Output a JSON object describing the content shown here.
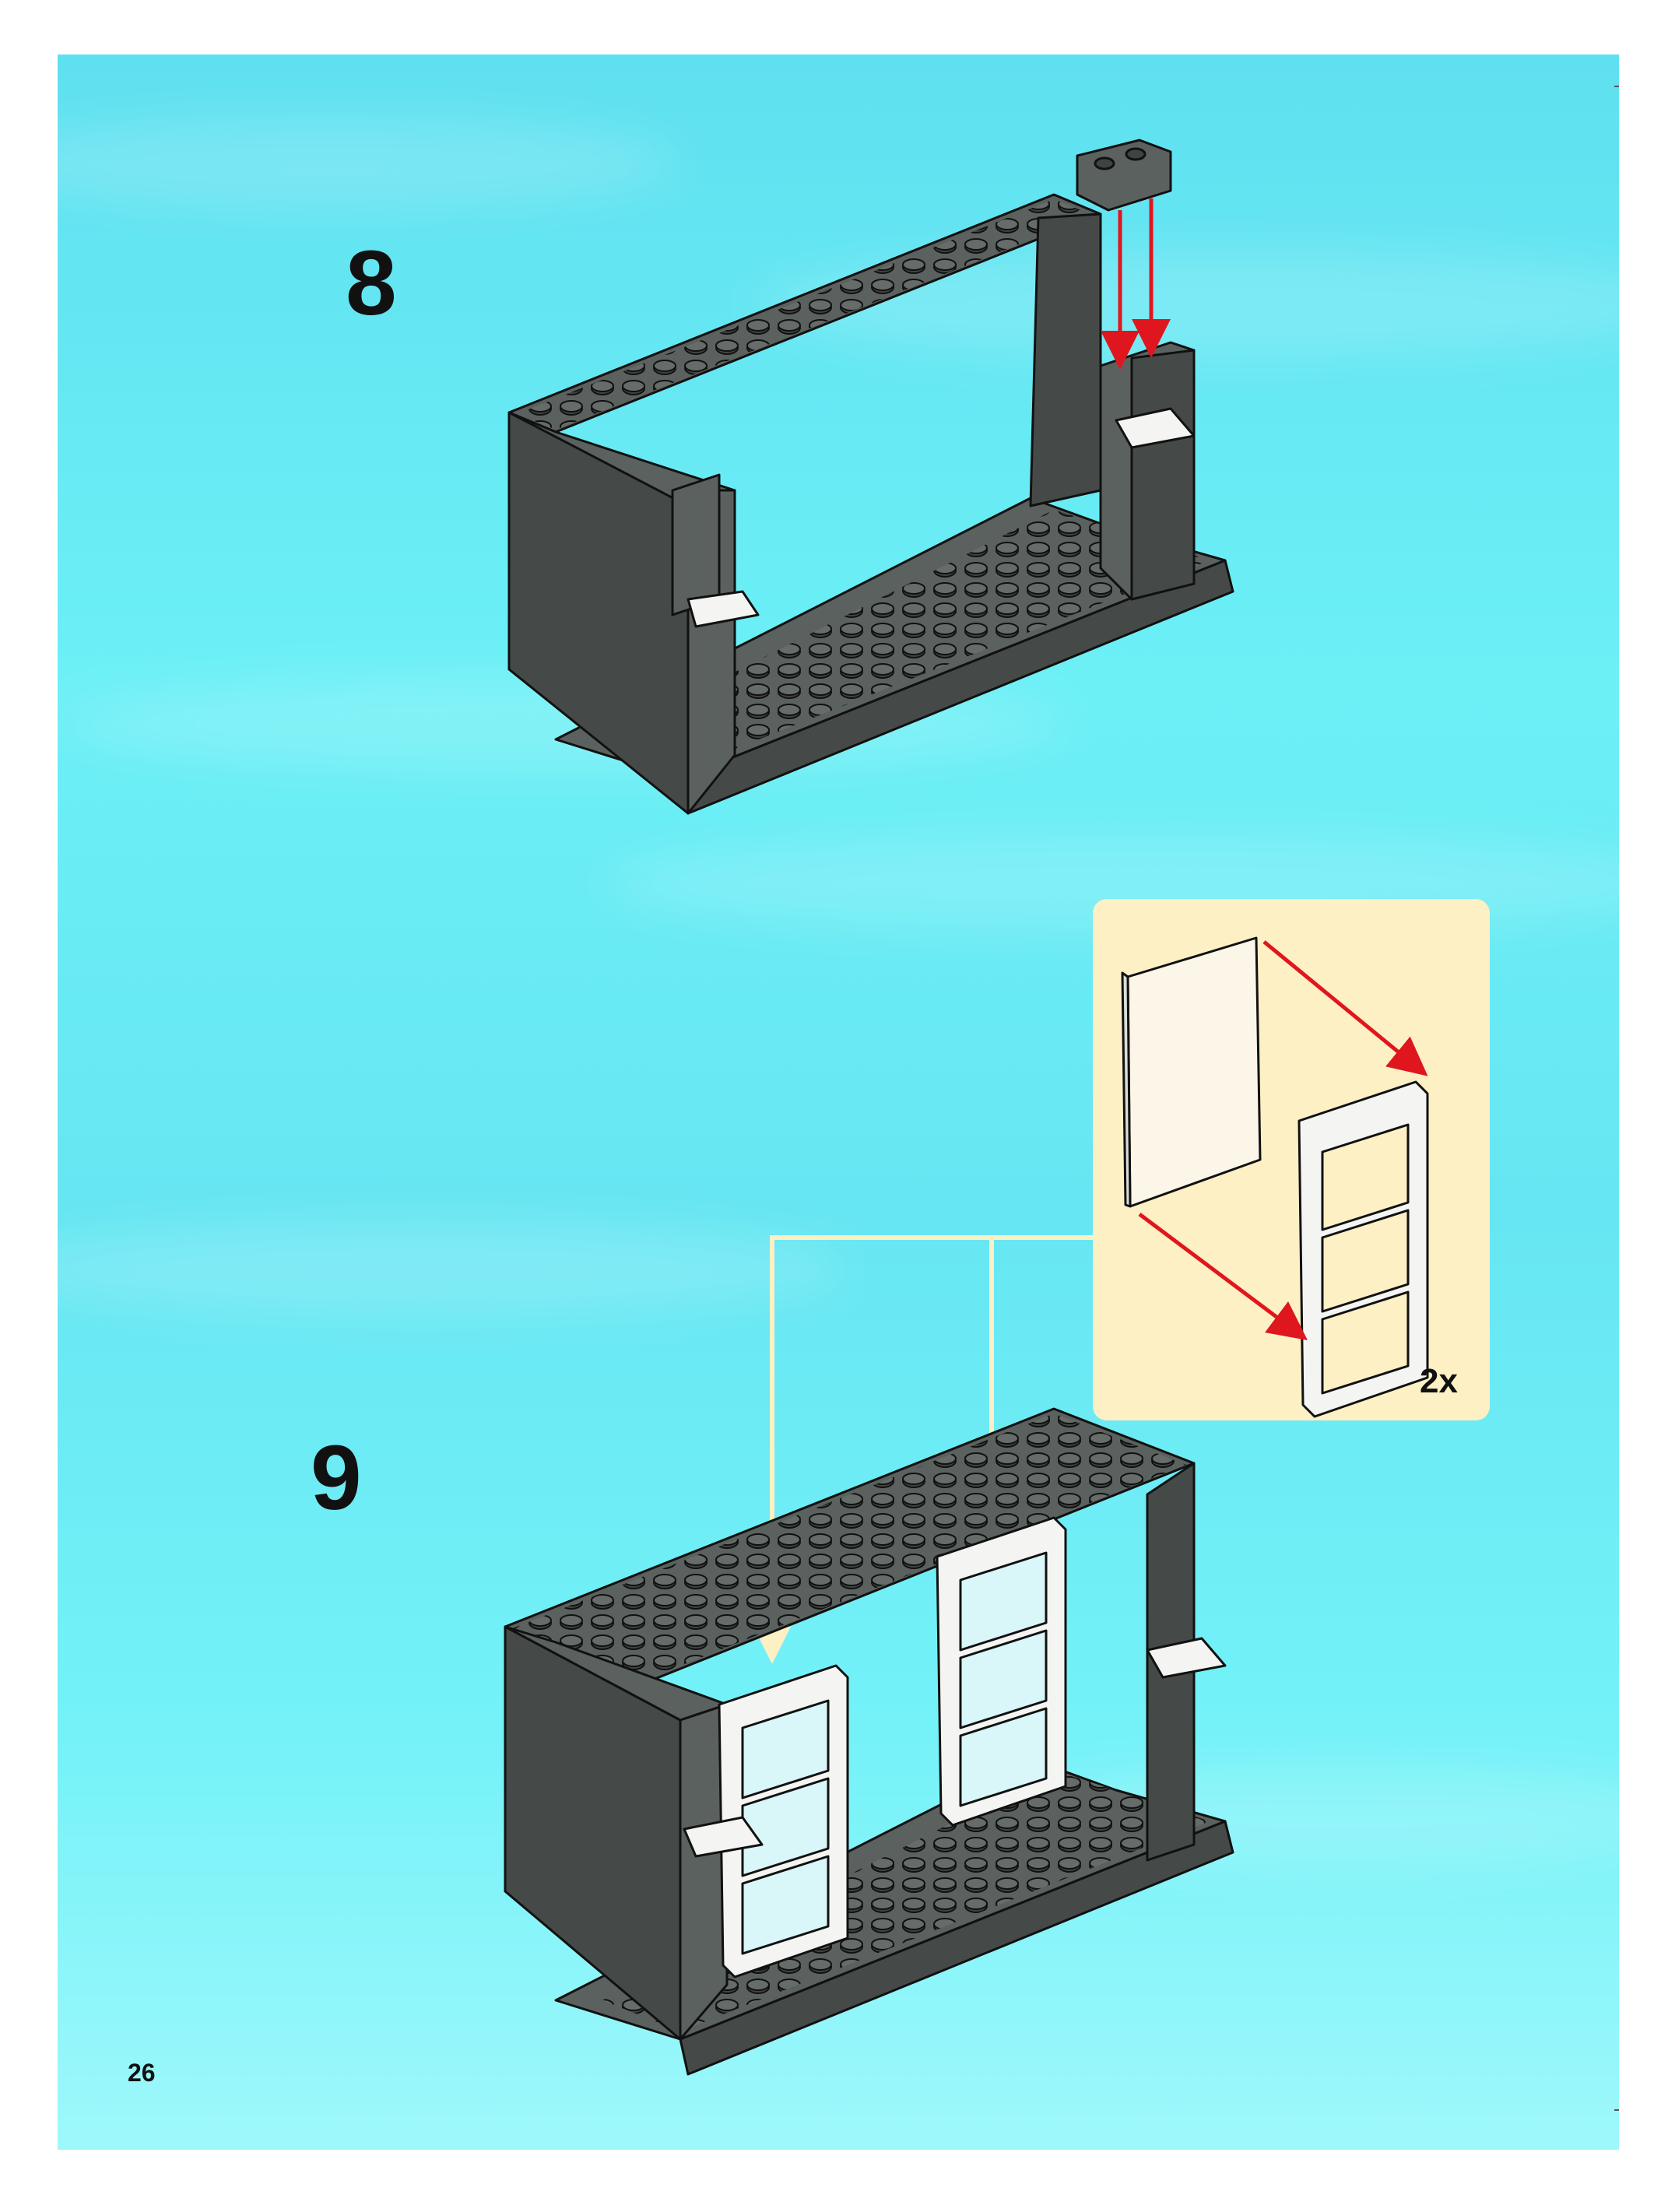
{
  "page": {
    "page_number": "26"
  },
  "steps": [
    {
      "id": "step-8",
      "number": "8"
    },
    {
      "id": "step-9",
      "number": "9"
    }
  ],
  "callout": {
    "quantity": "2x"
  },
  "colors": {
    "sky_top": "#5fe0f0",
    "sky_bottom": "#9ef8fb",
    "brick_dark_gray": "#5b615e",
    "brick_shadow": "#454a48",
    "callout_bg": "#fdf0c4",
    "arrow_red": "#e0161e",
    "guide_line": "#fdf0c4",
    "window_frame": "#f4f4f2"
  }
}
